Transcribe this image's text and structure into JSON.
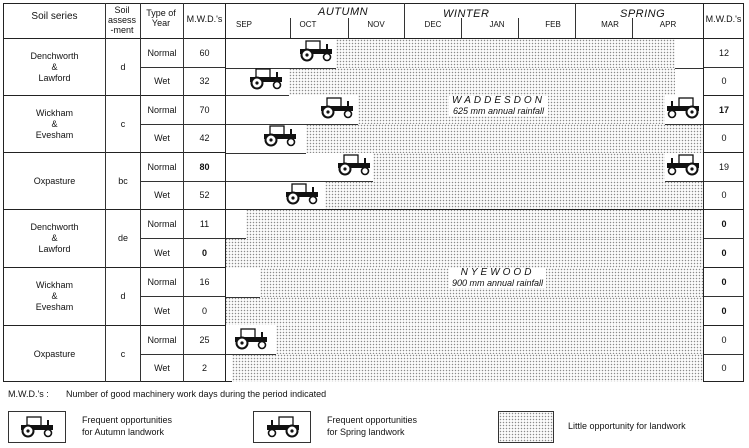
{
  "headers": {
    "soil_series": "Soil series",
    "soil_assessment": "Soil assess -ment",
    "type_of_year": "Type of Year",
    "mwds": "M.W.D.'s",
    "mwds_right": "M.W.D.'s"
  },
  "seasons": {
    "autumn": "AUTUMN",
    "winter": "WINTER",
    "spring": "SPRING"
  },
  "months": [
    "SEP",
    "OCT",
    "NOV",
    "DEC",
    "JAN",
    "FEB",
    "MAR",
    "APR"
  ],
  "groups": [
    {
      "series_line1": "Denchworth",
      "amp": "&",
      "series_line2": "Lawford",
      "assessment": "d"
    },
    {
      "series_line1": "Wickham",
      "amp": "&",
      "series_line2": "Evesham",
      "assessment": "c"
    },
    {
      "series_line1": "Oxpasture",
      "amp": "",
      "series_line2": "",
      "assessment": "bc"
    },
    {
      "series_line1": "Denchworth",
      "amp": "&",
      "series_line2": "Lawford",
      "assessment": "de"
    },
    {
      "series_line1": "Wickham",
      "amp": "&",
      "series_line2": "Evesham",
      "assessment": "d"
    },
    {
      "series_line1": "Oxpasture",
      "amp": "",
      "series_line2": "",
      "assessment": "c"
    }
  ],
  "rows": [
    {
      "year": "Normal",
      "autumn_mwd": "60",
      "spring_mwd": "12"
    },
    {
      "year": "Wet",
      "autumn_mwd": "32",
      "spring_mwd": "0"
    },
    {
      "year": "Normal",
      "autumn_mwd": "70",
      "spring_mwd": "17"
    },
    {
      "year": "Wet",
      "autumn_mwd": "42",
      "spring_mwd": "0"
    },
    {
      "year": "Normal",
      "autumn_mwd": "80",
      "spring_mwd": "19"
    },
    {
      "year": "Wet",
      "autumn_mwd": "52",
      "spring_mwd": "0"
    },
    {
      "year": "Normal",
      "autumn_mwd": "11",
      "spring_mwd": "0"
    },
    {
      "year": "Wet",
      "autumn_mwd": "0",
      "spring_mwd": "0"
    },
    {
      "year": "Normal",
      "autumn_mwd": "16",
      "spring_mwd": "0"
    },
    {
      "year": "Wet",
      "autumn_mwd": "0",
      "spring_mwd": "0"
    },
    {
      "year": "Normal",
      "autumn_mwd": "25",
      "spring_mwd": "0"
    },
    {
      "year": "Wet",
      "autumn_mwd": "2",
      "spring_mwd": "0"
    }
  ],
  "regions": {
    "waddesdon_name": "WADDESDON",
    "waddesdon_rain": "625 mm annual rainfall",
    "nyewood_name": "NYEWOOD",
    "nyewood_rain": "900 mm annual rainfall"
  },
  "footnote": {
    "key": "M.W.D.'s :",
    "text": "Number of good machinery work days during the period indicated"
  },
  "legend": {
    "autumn_line1": "Frequent opportunities",
    "autumn_line2": "for Autumn landwork",
    "spring_line1": "Frequent opportunities",
    "spring_line2": "for Spring landwork",
    "little": "Little opportunity for landwork"
  },
  "icons": {
    "autumn_tractor": "tractor-facing-left-icon",
    "spring_tractor": "tractor-facing-right-icon"
  }
}
